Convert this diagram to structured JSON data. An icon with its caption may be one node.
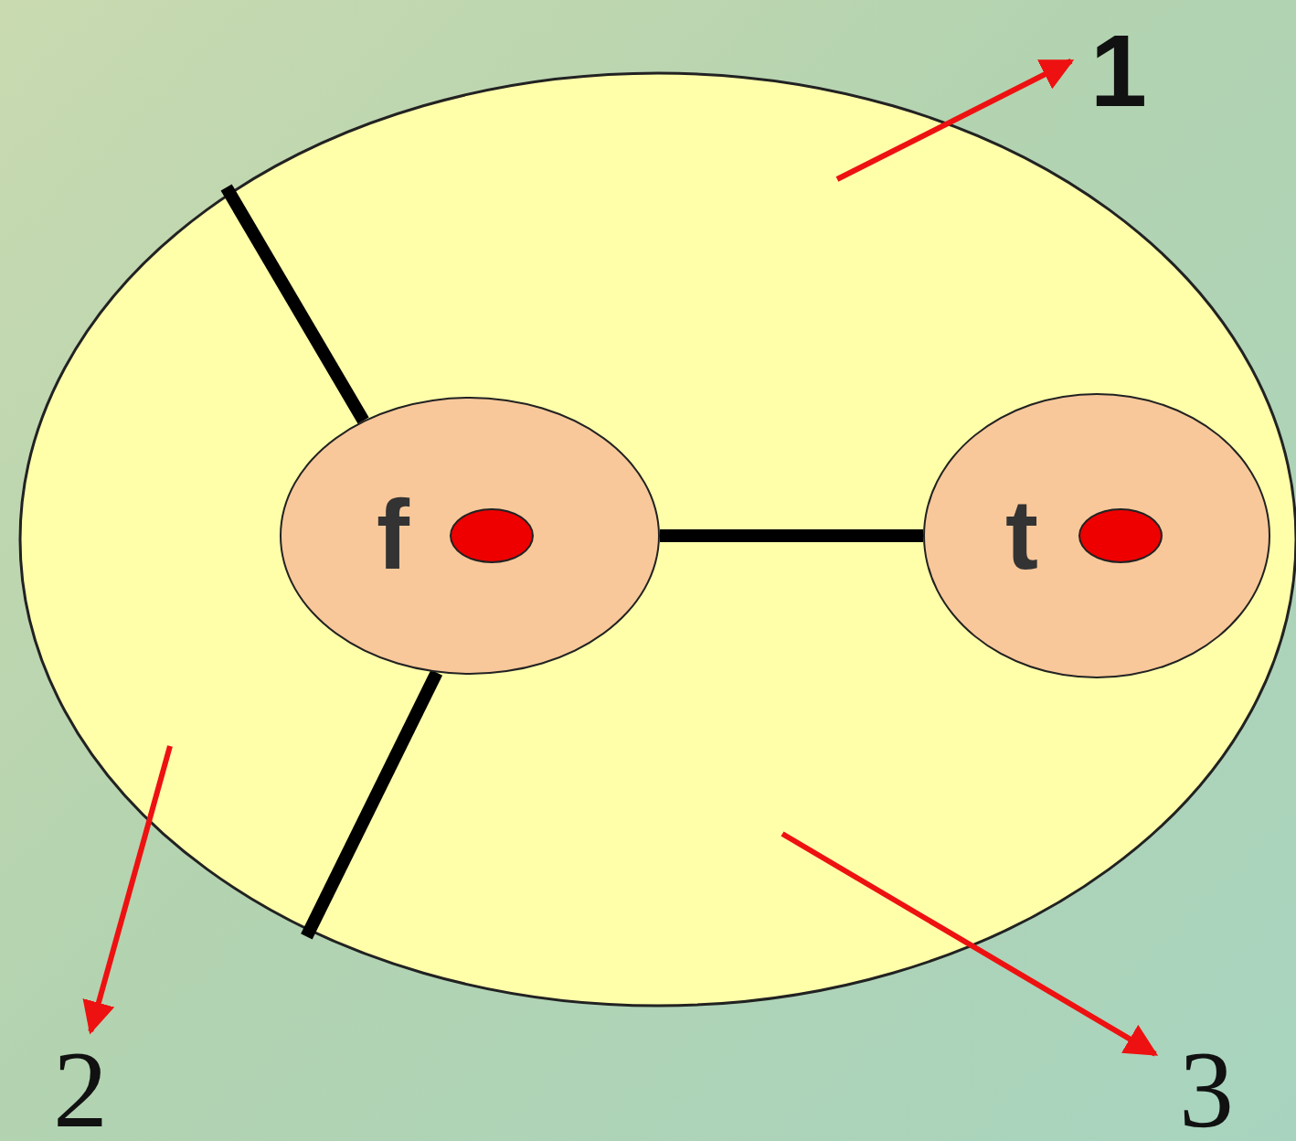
{
  "diagram": {
    "nodes": [
      {
        "text": [],
        "shape": "circle"
      },
      {
        "text": [
          "f"
        ],
        "in": 0
      },
      {
        "text": [
          "t"
        ],
        "in": 0
      },
      {
        "text": [
          "1"
        ]
      },
      {
        "text": [
          "2"
        ]
      },
      {
        "text": [
          "3"
        ]
      }
    ],
    "edges": [
      {
        "from": 1,
        "to": 2,
        "arrow": "none",
        "style": "thick"
      },
      {
        "from": 1,
        "to": 0,
        "arrow": "none",
        "style": "thick"
      },
      {
        "from": 1,
        "to": 0,
        "arrow": "none",
        "style": "thick"
      },
      {
        "from": null,
        "to": 3,
        "arrow": "to",
        "color": "#ee1111"
      },
      {
        "from": null,
        "to": 4,
        "arrow": "to",
        "color": "#ee1111"
      },
      {
        "from": null,
        "to": 5,
        "arrow": "to",
        "color": "#ee1111"
      }
    ]
  }
}
